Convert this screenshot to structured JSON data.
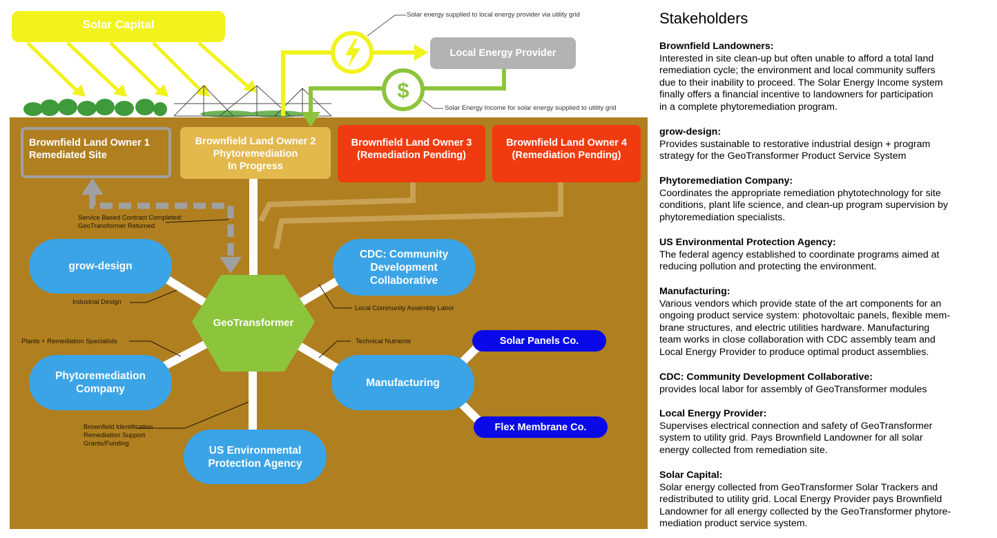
{
  "solar_capital_label": "Solar Capital",
  "local_energy_provider_label": "Local Energy Provider",
  "geotransformer_label": "GeoTransformer",
  "owners": [
    {
      "line1": "Brownfield Land Owner 1",
      "line2": "Remediated Site",
      "line3": ""
    },
    {
      "line1": "Brownfield Land Owner 2",
      "line2": "Phytoremediation",
      "line3": "In Progress"
    },
    {
      "line1": "Brownfield Land Owner 3",
      "line2": "(Remediation Pending)",
      "line3": ""
    },
    {
      "line1": "Brownfield Land Owner 4",
      "line2": "(Remediation Pending)",
      "line3": ""
    }
  ],
  "nodes": {
    "grow_design": [
      "grow-design"
    ],
    "cdc": [
      "CDC: Community",
      "Development",
      "Collaborative"
    ],
    "phyto": [
      "Phytoremediation",
      "Company"
    ],
    "manufacturing": [
      "Manufacturing"
    ],
    "epa": [
      "US Environmental",
      "Protection Agency"
    ],
    "solar_panels": [
      "Solar Panels Co."
    ],
    "flex_membrane": [
      "Flex Membrane Co."
    ]
  },
  "notes": {
    "solar_supply": "Solar energy supplied to local energy provider via utility grid",
    "solar_income": "Solar Energy Income for solar energy supplied to utility grid",
    "contract": [
      "Service Based Contract Completed:",
      "GeoTransformer Returned"
    ],
    "industrial_design": "Industrial Design",
    "community_labor": "Local Community Assembly Labor",
    "plants": "Plants + Remediation Specialists",
    "nutrients": "Technical Nutrients",
    "epa_support": [
      "Brownfield Identification",
      "Remediation Support",
      "Grants/Funding"
    ]
  },
  "icons": {
    "energy": "lightning-bolt-icon",
    "money": "dollar-sign-icon"
  },
  "colors": {
    "ground": "#b07f20",
    "solar_yellow": "#f2f21c",
    "provider_gray": "#b3b3b3",
    "money_green": "#8cc43c",
    "hex_green": "#8cc43c",
    "node_blue": "#3aa4e6",
    "vendor_blue": "#0a0ae8",
    "pending_red": "#f03b10",
    "progress_tan": "#e3b84c"
  },
  "stakeholders": {
    "title": "Stakeholders",
    "sections": [
      {
        "heading": "Brownfield Landowners:",
        "lines": [
          "Interested in site clean-up but often unable to afford a total land",
          "remediation cycle; the environment and local community suffers",
          "due to their inability to proceed. The Solar Energy Income system",
          "finally offers a financial incentive to landowners for participation",
          "in a complete phytoremediation program."
        ]
      },
      {
        "heading": "grow-design:",
        "lines": [
          "Provides sustainable to restorative industrial design + program",
          "strategy for the GeoTransformer Product Service System"
        ]
      },
      {
        "heading": "Phytoremediation Company:",
        "lines": [
          "Coordinates the appropriate remediation phytotechnology for site",
          "conditions, plant life science, and clean-up program supervision by",
          "phytoremediation specialists."
        ]
      },
      {
        "heading": "US Environmental Protection Agency:",
        "lines": [
          "The federal agency established to coordinate programs aimed at",
          "reducing pollution and protecting the environment."
        ]
      },
      {
        "heading": "Manufacturing:",
        "lines": [
          "Various vendors which provide state of the art components for an",
          "ongoing product service system: photovoltaic panels, flexible mem-",
          "brane structures, and electric utilities hardware. Manufacturing",
          "team works in close collaboration with CDC assembly team and",
          "Local Energy Provider to produce optimal product assemblies."
        ]
      },
      {
        "heading": "CDC: Community Development Collaborative:",
        "lines": [
          "provides local labor for assembly of GeoTransformer modules"
        ]
      },
      {
        "heading": "Local Energy Provider:",
        "lines": [
          "Supervises electrical connection and safety of GeoTransformer",
          "system to utility grid. Pays Brownfield Landowner for all solar",
          "energy collected from remediation site."
        ]
      },
      {
        "heading": "Solar Capital:",
        "lines": [
          "Solar energy collected from GeoTransformer Solar Trackers and",
          "redistributed to utility grid. Local Energy Provider pays Brownfield",
          "Landowner for all energy collected by the GeoTransformer phytore-",
          "mediation product service system."
        ]
      }
    ]
  }
}
